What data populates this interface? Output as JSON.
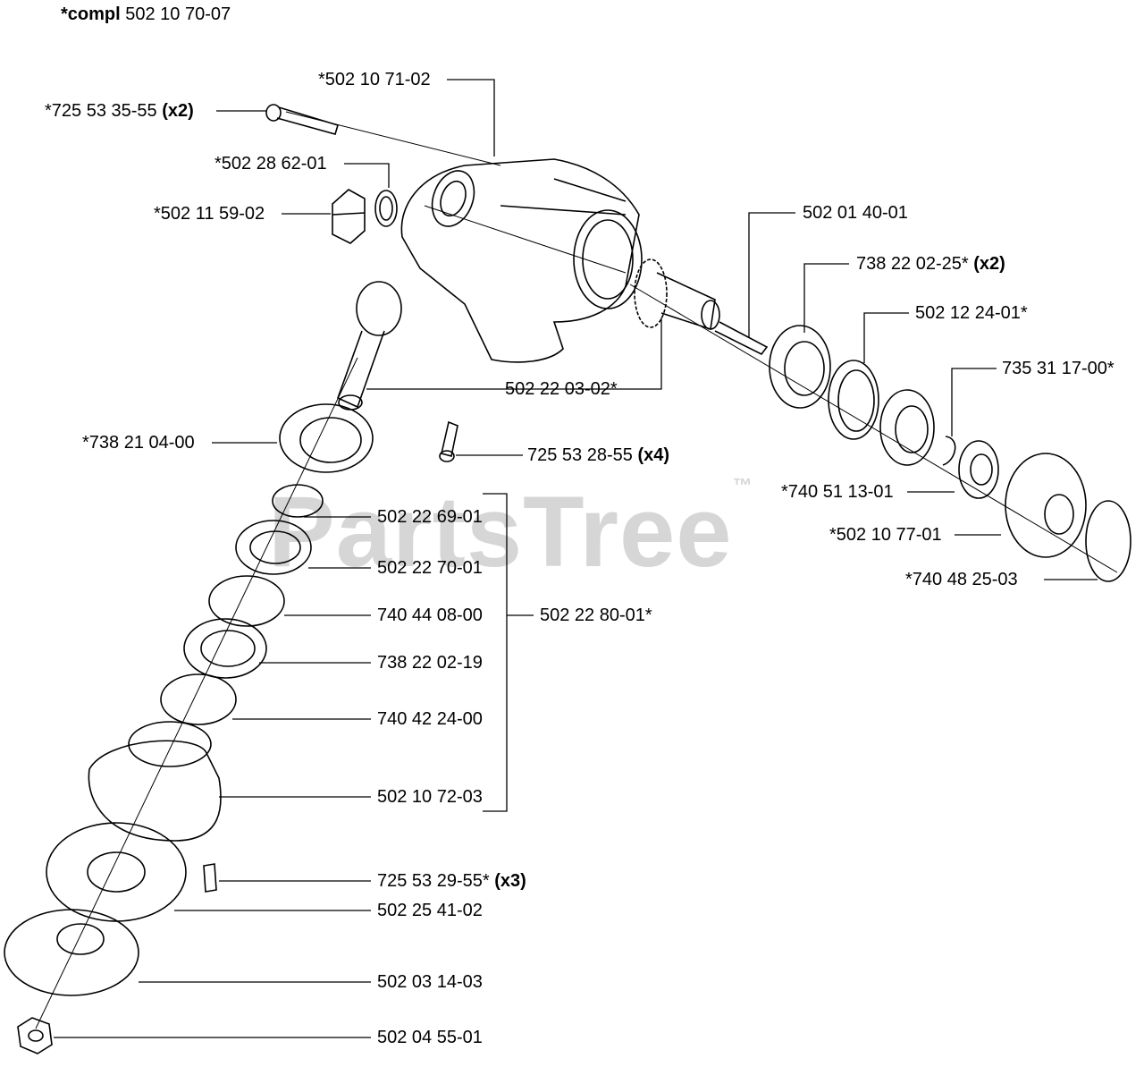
{
  "assembly": {
    "prefix": "*compl",
    "number": "502 10 70-07"
  },
  "watermark": {
    "text": "PartsTree",
    "mark": "™"
  },
  "labels": {
    "l1": {
      "text": "*502 10 71-02",
      "qty": ""
    },
    "l2": {
      "text": "*725 53 35-55",
      "qty": "(x2)"
    },
    "l3": {
      "text": "*502 28 62-01",
      "qty": ""
    },
    "l4": {
      "text": "*502 11 59-02",
      "qty": ""
    },
    "l5": {
      "text": "502 01 40-01",
      "qty": ""
    },
    "l6": {
      "text": "738 22 02-25*",
      "qty": "(x2)"
    },
    "l7": {
      "text": "502 12 24-01*",
      "qty": ""
    },
    "l8": {
      "text": "735 31 17-00*",
      "qty": ""
    },
    "l9": {
      "text": "502 22 03-02*",
      "qty": ""
    },
    "l10": {
      "text": "*738 21 04-00",
      "qty": ""
    },
    "l11": {
      "text": "725 53 28-55",
      "qty": "(x4)"
    },
    "l12": {
      "text": "*740 51 13-01",
      "qty": ""
    },
    "l13": {
      "text": "*502 10 77-01",
      "qty": ""
    },
    "l14": {
      "text": "*740 48 25-03",
      "qty": ""
    },
    "l15": {
      "text": "502 22 69-01",
      "qty": ""
    },
    "l16": {
      "text": "502 22 70-01",
      "qty": ""
    },
    "l17": {
      "text": "740 44 08-00",
      "qty": ""
    },
    "l18": {
      "text": "502 22 80-01*",
      "qty": ""
    },
    "l19": {
      "text": "738 22 02-19",
      "qty": ""
    },
    "l20": {
      "text": "740 42 24-00",
      "qty": ""
    },
    "l21": {
      "text": "502 10 72-03",
      "qty": ""
    },
    "l22": {
      "text": "725 53 29-55*",
      "qty": "(x3)"
    },
    "l23": {
      "text": "502 25 41-02",
      "qty": ""
    },
    "l24": {
      "text": "502 03 14-03",
      "qty": ""
    },
    "l25": {
      "text": "502 04 55-01",
      "qty": ""
    }
  }
}
